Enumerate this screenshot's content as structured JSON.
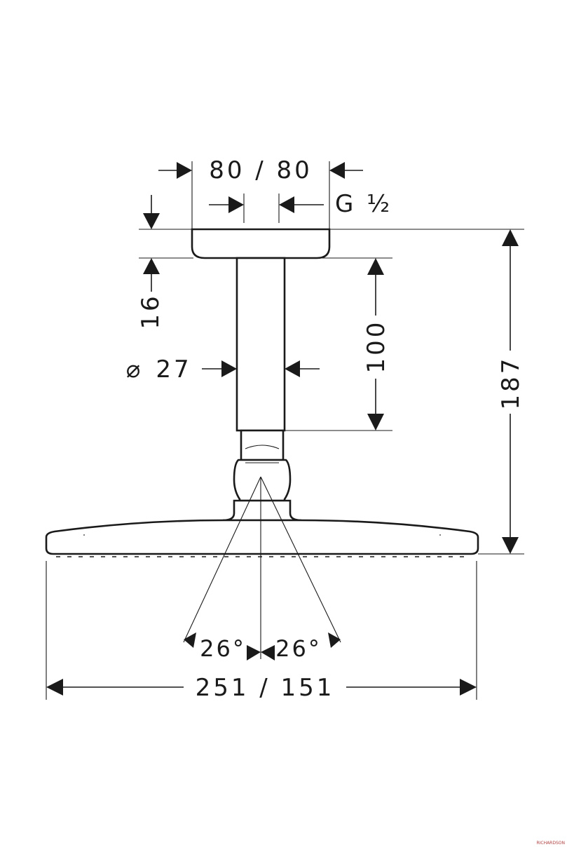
{
  "drawing": {
    "dim_top": "80 / 80",
    "dim_thread": "G ½",
    "dim_flange": "16",
    "dim_arm_length": "100",
    "dim_diameter_symbol": "⌀",
    "dim_diameter": "27",
    "dim_total_height": "187",
    "dim_angle_left": "26°",
    "dim_angle_right": "26°",
    "dim_width": "251 / 151",
    "watermark": "RICHARDSON"
  }
}
